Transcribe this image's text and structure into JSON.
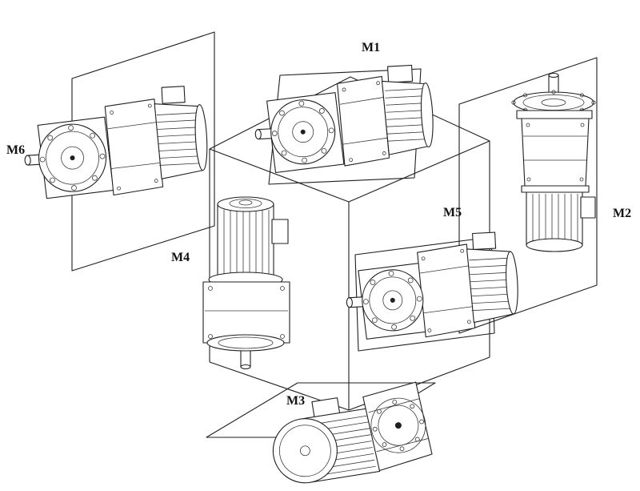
{
  "diagram": {
    "type": "gearmotor-mounting-positions",
    "labels": [
      {
        "id": "m1",
        "text": "M1"
      },
      {
        "id": "m2",
        "text": "M2"
      },
      {
        "id": "m3",
        "text": "M3"
      },
      {
        "id": "m4",
        "text": "M4"
      },
      {
        "id": "m5",
        "text": "M5"
      },
      {
        "id": "m6",
        "text": "M6"
      }
    ],
    "colors": {
      "line": "#1f1f1f",
      "background": "#ffffff"
    }
  }
}
